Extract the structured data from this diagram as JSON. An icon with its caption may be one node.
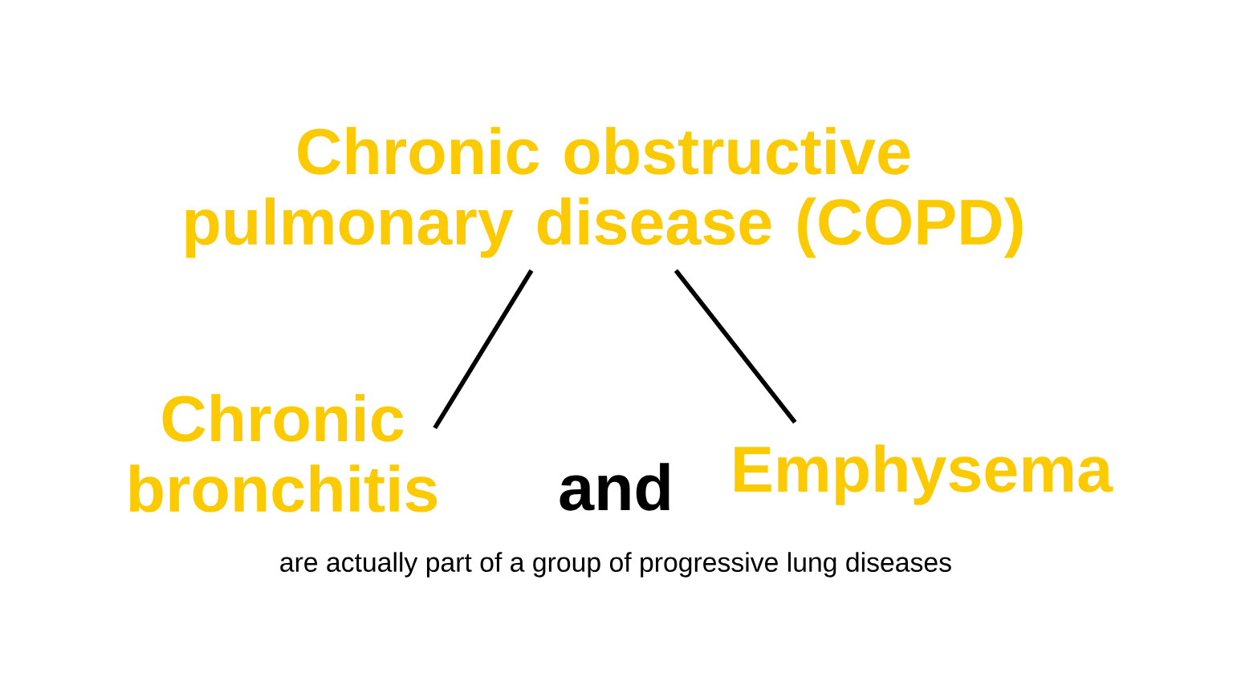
{
  "diagram": {
    "nodes": [
      {
        "text": [
          "Chronic obstructive pulmonary disease (COPD)"
        ]
      },
      {
        "text": [
          "Chronic bronchitis"
        ]
      },
      {
        "text": [
          "Emphysema"
        ]
      }
    ],
    "edges": [
      {
        "from": 0,
        "to": 1,
        "arrow": "none"
      },
      {
        "from": 0,
        "to": 2,
        "arrow": "none"
      }
    ],
    "labels": [
      "and",
      "are actually part of a group of progressive lung diseases"
    ]
  }
}
